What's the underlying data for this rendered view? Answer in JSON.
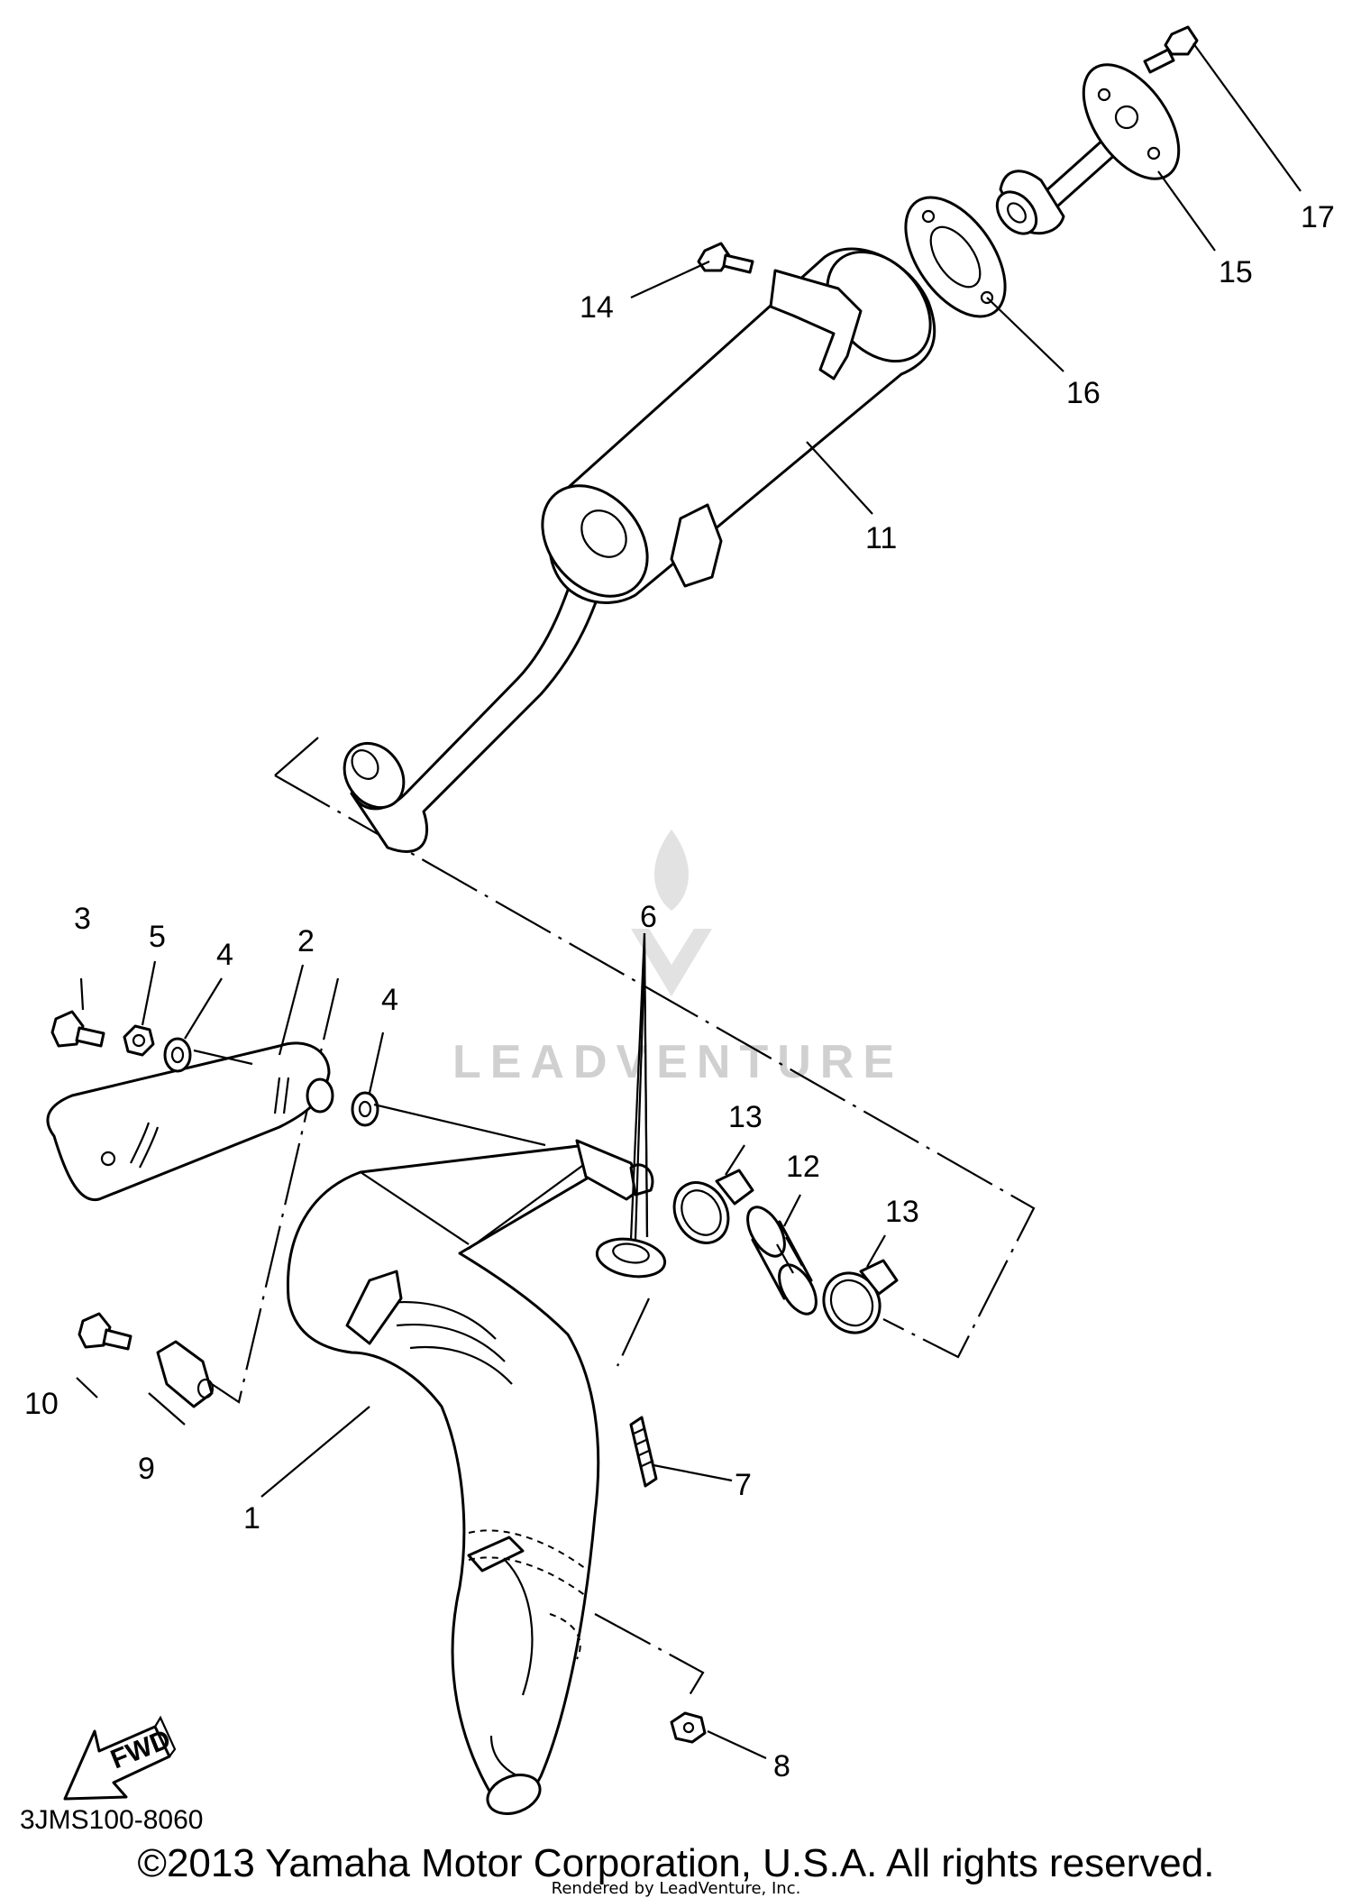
{
  "callouts": {
    "c1": "1",
    "c2": "2",
    "c3": "3",
    "c4a": "4",
    "c4b": "4",
    "c5": "5",
    "c6": "6",
    "c7": "7",
    "c8": "8",
    "c9": "9",
    "c10": "10",
    "c11": "11",
    "c12": "12",
    "c13a": "13",
    "c13b": "13",
    "c14": "14",
    "c15": "15",
    "c16": "16",
    "c17": "17"
  },
  "fwd_label": "FWD",
  "diagram_code": "3JMS100-8060",
  "watermark": "LEADVENTURE",
  "copyright": "©2013 Yamaha Motor Corporation, U.S.A. All rights reserved.",
  "rendered_by": "Rendered by LeadVenture, Inc."
}
